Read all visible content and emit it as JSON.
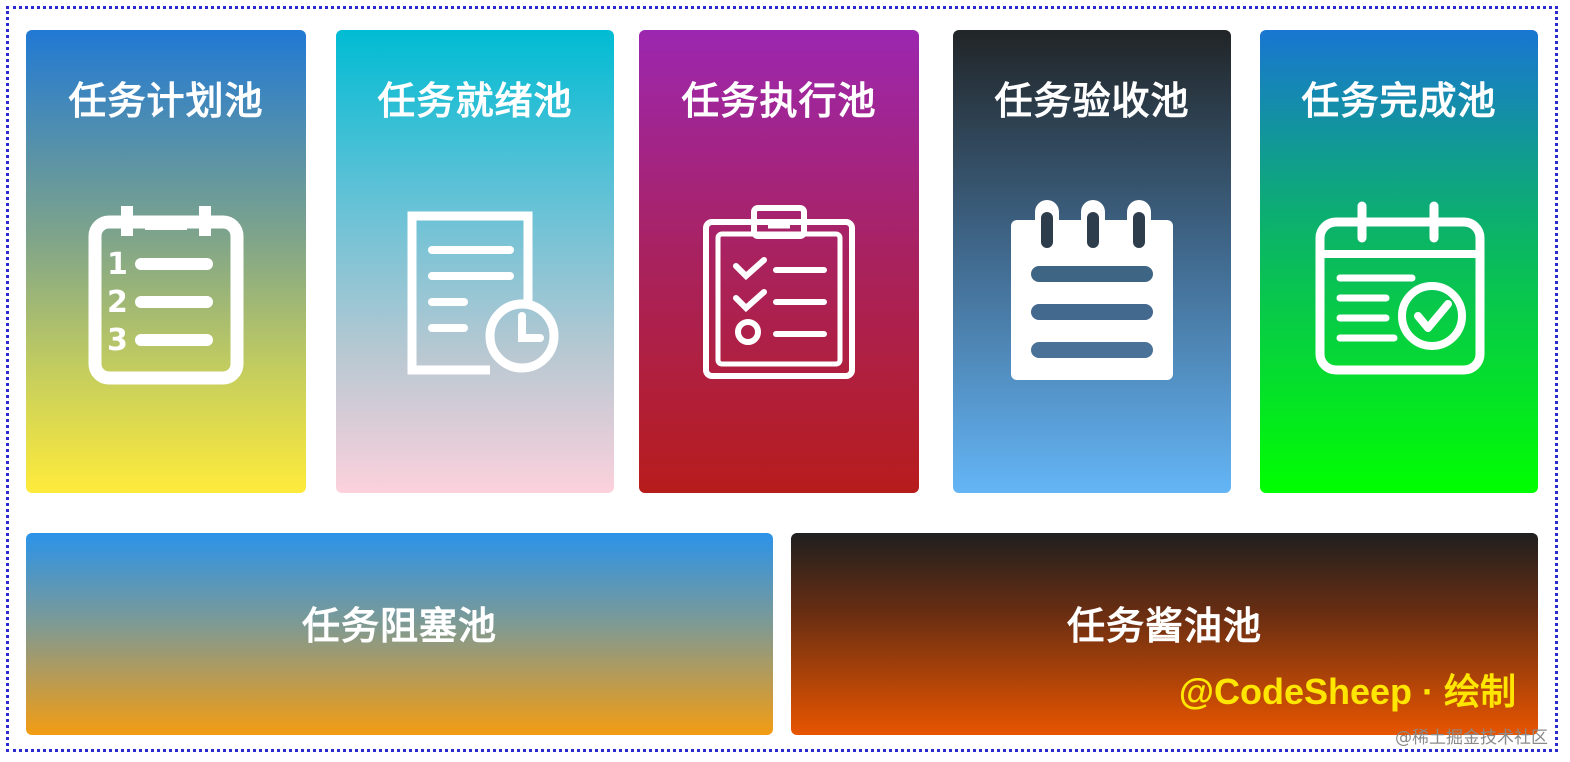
{
  "pools": {
    "plan": {
      "title": "任务计划池",
      "icon": "numbered-list-clipboard-icon",
      "colors": [
        "#2179d4",
        "#ffeb3b"
      ]
    },
    "ready": {
      "title": "任务就绪池",
      "icon": "document-clock-icon",
      "colors": [
        "#00bcd4",
        "#fcd1dc"
      ]
    },
    "exec": {
      "title": "任务执行池",
      "icon": "checklist-clipboard-icon",
      "colors": [
        "#9c27b0",
        "#b71c1c"
      ]
    },
    "accept": {
      "title": "任务验收池",
      "icon": "notepad-icon",
      "colors": [
        "#212527",
        "#64b5f6"
      ]
    },
    "done": {
      "title": "任务完成池",
      "icon": "calendar-check-icon",
      "colors": [
        "#1976d2",
        "#00ff00"
      ]
    },
    "blocked": {
      "title": "任务阻塞池",
      "colors": [
        "#2b93ea",
        "#f39c12"
      ]
    },
    "idle": {
      "title": "任务酱油池",
      "colors": [
        "#1f1f1f",
        "#e85500"
      ]
    }
  },
  "signature": "@CodeSheep · 绘制",
  "watermark": "@稀土掘金技术社区"
}
